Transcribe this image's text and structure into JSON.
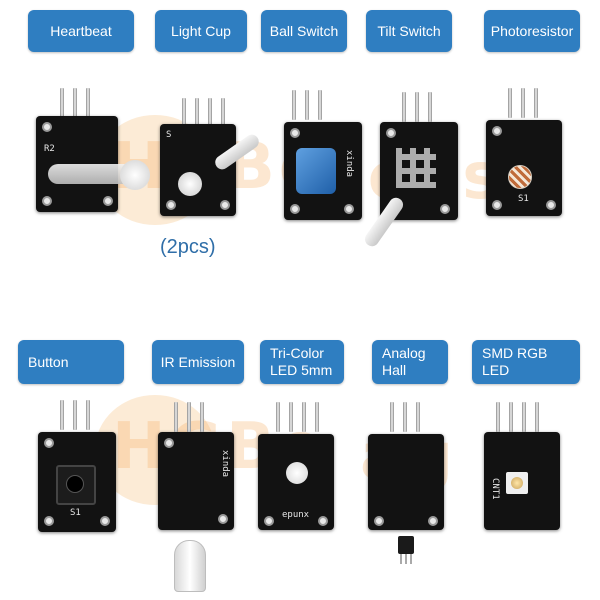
{
  "watermark": {
    "text_left": "HGBo",
    "text_mid": "Meas",
    "text_right": "ag"
  },
  "quantity_note": "(2pcs)",
  "colors": {
    "label_bg": "#2f7ec1",
    "board": "#121212",
    "quantity_text": "#2f6ea8"
  },
  "modules": [
    {
      "label": "Heartbeat",
      "component": "ir-led-photodiode"
    },
    {
      "label": "Light Cup",
      "component": "mercury-tilt-tube"
    },
    {
      "label": "Ball Switch",
      "component": "ball-tilt-switch"
    },
    {
      "label": "Tilt Switch",
      "component": "mercury-tilt-tube"
    },
    {
      "label": "Photoresistor",
      "component": "ldr"
    },
    {
      "label": "Button",
      "component": "tactile-button"
    },
    {
      "label": "IR Emission",
      "component": "ir-led"
    },
    {
      "label": "Tri-Color LED 5mm",
      "component": "rgb-led"
    },
    {
      "label": "Analog Hall",
      "component": "hall-sensor"
    },
    {
      "label": "SMD RGB LED",
      "component": "smd-rgb-led"
    }
  ]
}
